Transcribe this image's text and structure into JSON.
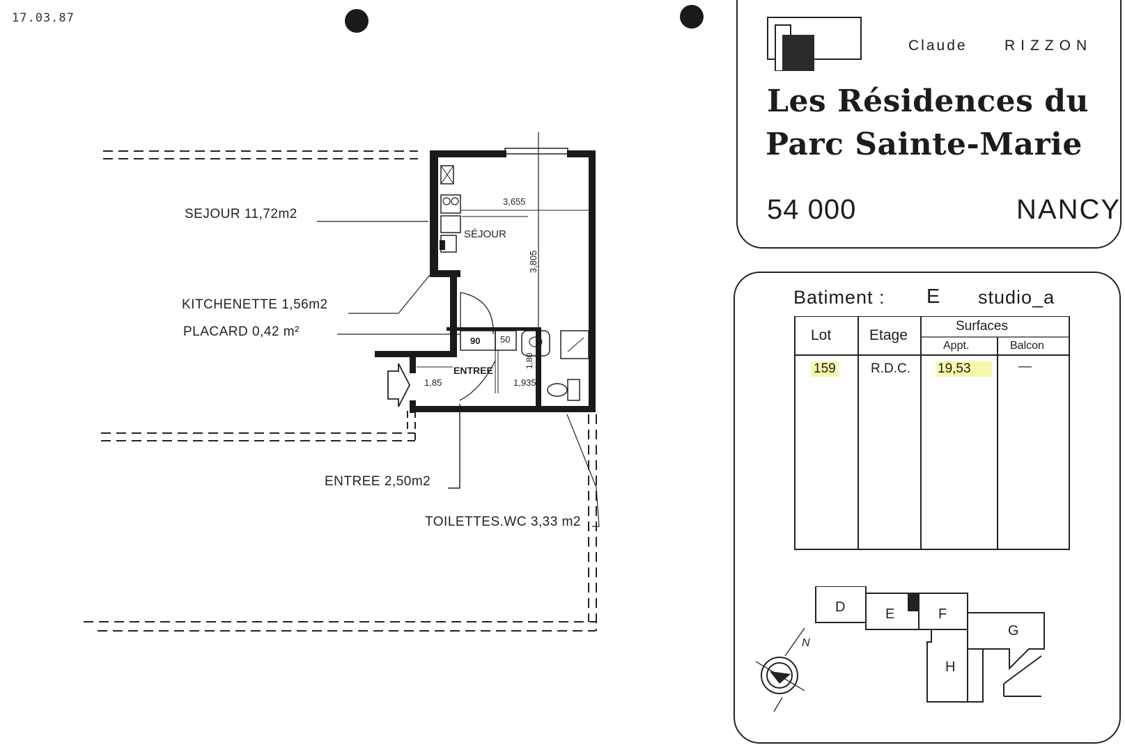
{
  "document": {
    "date_stamp": "17.03.87"
  },
  "plan": {
    "labels": {
      "sejour_area": "SEJOUR 11,72m2",
      "kitchenette_area": "KITCHENETTE 1,56m2",
      "placard_area": "PLACARD  0,42 m²",
      "entree_area": "ENTREE 2,50m2",
      "toilettes_area": "TOILETTES.WC 3,33 m2"
    },
    "room_labels": {
      "sejour": "SÉJOUR",
      "entree": "ENTREE"
    },
    "dimensions": {
      "width_sejour": "3,655",
      "depth_sejour": "3,805",
      "placard_width": "90",
      "closet_width": "50",
      "bath_depth": "1,80",
      "entry_width": "1,85",
      "bath_width": "1,935"
    }
  },
  "title_block": {
    "architect_first": "Claude",
    "architect_last": "RIZZON",
    "title_line1": "Les Résidences du",
    "title_line2": "Parc Sainte-Marie",
    "postal_code": "54 000",
    "city": "NANCY"
  },
  "unit_info": {
    "batiment_label": "Batiment  :",
    "batiment_value": "E",
    "type": "studio_a",
    "table": {
      "headers": {
        "lot": "Lot",
        "etage": "Etage",
        "surfaces": "Surfaces",
        "appt": "Appt.",
        "balcon": "Balcon"
      },
      "row": {
        "lot": "159",
        "etage": "R.D.C.",
        "appt": "19,53",
        "balcon": "—"
      }
    }
  },
  "site_map": {
    "buildings": [
      "D",
      "E",
      "F",
      "G",
      "H"
    ],
    "north": "N"
  }
}
